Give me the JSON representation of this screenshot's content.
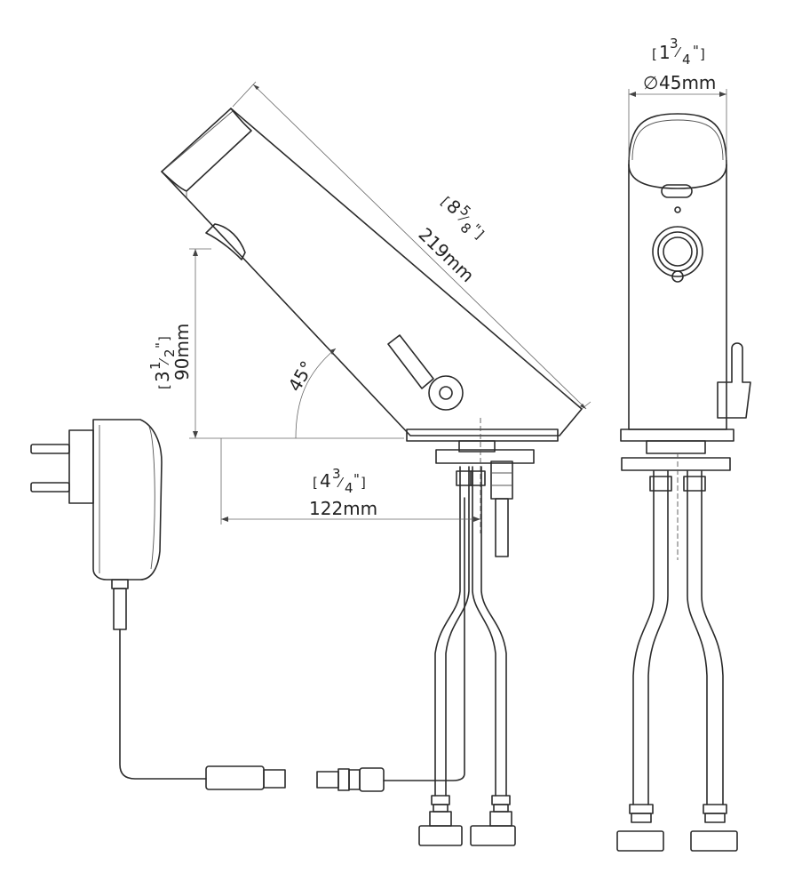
{
  "dimensions": {
    "spout_length": {
      "metric": "219mm",
      "imperial_whole": "8",
      "imperial_num": "5",
      "imperial_den": "8",
      "inch_mark": "\""
    },
    "height": {
      "metric": "90mm",
      "imperial_whole": "3",
      "imperial_num": "1",
      "imperial_den": "2",
      "inch_mark": "\""
    },
    "reach": {
      "metric": "122mm",
      "imperial_whole": "4",
      "imperial_num": "3",
      "imperial_den": "4",
      "inch_mark": "\""
    },
    "diameter": {
      "symbol": "∅",
      "metric": "45mm",
      "imperial_whole": "1",
      "imperial_num": "3",
      "imperial_den": "4",
      "inch_mark": "\""
    },
    "angle": "45°"
  }
}
